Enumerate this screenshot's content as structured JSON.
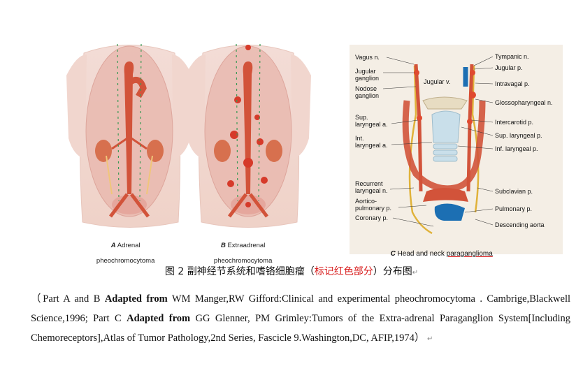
{
  "panel_a": {
    "letter": "A",
    "word": "Adrenal",
    "line2": "pheochromocytoma"
  },
  "panel_b": {
    "letter": "B",
    "word": "Extraadrenal",
    "line2": "pheochromocytoma"
  },
  "panel_c": {
    "letter": "C",
    "title_text": "Head and neck",
    "title_highlight": "paraganglioma",
    "left_labels": [
      "Vagus n.",
      "Jugular\nganglion",
      "Nodose\nganglion",
      "Jugular v.",
      "Sup.\nlaryngeal a.",
      "Int.\nlaryngeal a.",
      "Recurrent\nlaryngeal n.",
      "Aortico-\npulmonary p.",
      "Coronary p."
    ],
    "right_labels": [
      "Tympanic n.",
      "Jugular p.",
      "Intravagal p.",
      "Glossopharyngeal n.",
      "Intercarotid p.",
      "Sup. laryngeal p.",
      "Inf. laryngeal p.",
      "Subclavian p.",
      "Pulmonary p.",
      "Descending aorta"
    ]
  },
  "caption": {
    "prefix": "图 2  副神经节系统和嗜铬细胞瘤（",
    "highlight": "标记红色部分",
    "suffix": "）分布图"
  },
  "source": {
    "part1": "（Part A and B ",
    "bold1": "Adapted from",
    "part2": " WM Manger,RW Gifford:Clinical and experimental pheochromocytoma . Cambrige,Blackwell Science,1996;   Part C ",
    "bold2": "Adapted from",
    "part3": " GG Glenner, PM Grimley:Tumors of the Extra-adrenal Paraganglion System[Including Chemoreceptors],Atlas of Tumor Pathology,2nd Series, Fascicle 9.Washington,DC, AFIP,1974）"
  },
  "colors": {
    "vessel": "#d2533a",
    "nerve": "#e0b23a",
    "vein": "#1c6fb3",
    "tumor_dots": "#2aa05a",
    "highlight": "#d81b1b"
  },
  "return_mark": "↵"
}
